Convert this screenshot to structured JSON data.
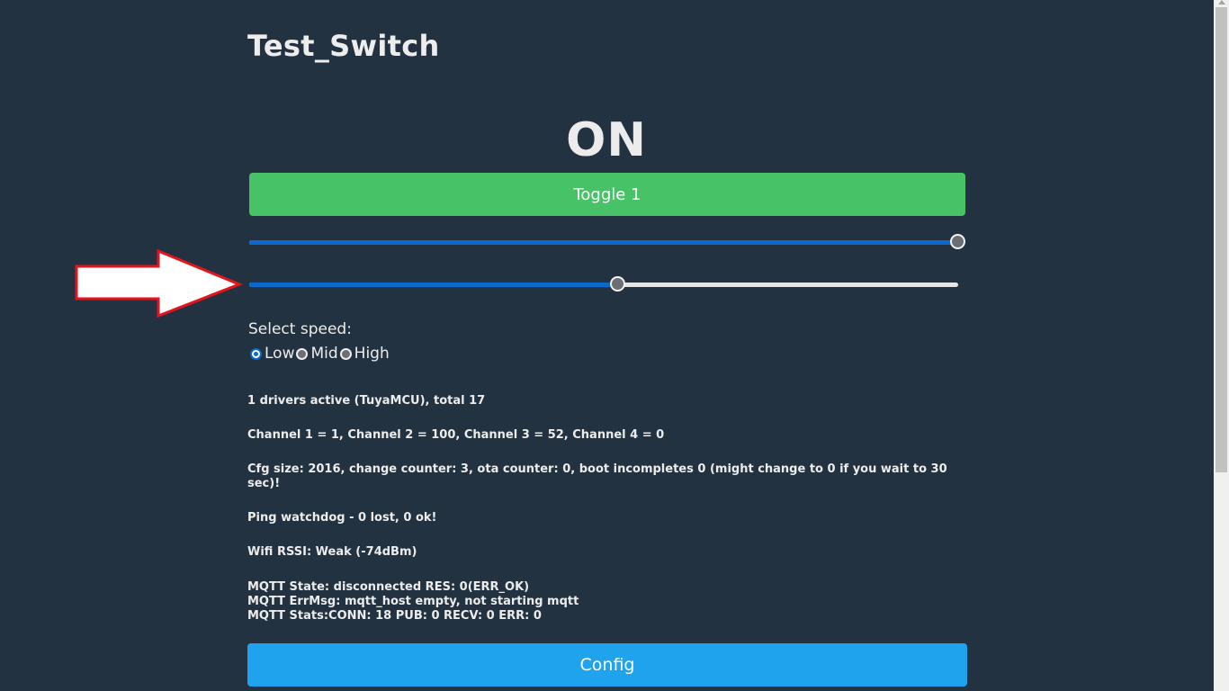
{
  "page": {
    "title": "Test_Switch",
    "state": "ON"
  },
  "controls": {
    "toggle_label": "Toggle 1",
    "slider1_value_fraction": 1.0,
    "slider2_value_fraction": 0.52,
    "speed_label": "Select speed:",
    "speed_options": [
      {
        "label": "Low",
        "checked": true
      },
      {
        "label": "Mid",
        "checked": false
      },
      {
        "label": "High",
        "checked": false
      }
    ]
  },
  "info": {
    "drivers": "1 drivers active (TuyaMCU), total 17",
    "channels": "Channel 1 = 1, Channel 2 = 100, Channel 3 = 52, Channel 4 = 0",
    "cfg": "Cfg size: 2016, change counter: 3, ota counter: 0, boot incompletes 0 (might change to 0 if you wait to 30 sec)!",
    "ping": "Ping watchdog - 0 lost, 0 ok!",
    "wifi": "Wifi RSSI: Weak (-74dBm)",
    "mqtt_state": "MQTT State: disconnected RES: 0(ERR_OK)",
    "mqtt_errmsg": "MQTT ErrMsg: mqtt_host empty, not starting mqtt",
    "mqtt_stats": "MQTT Stats:CONN: 18 PUB: 0 RECV: 0 ERR: 0"
  },
  "footer": {
    "config_label": "Config"
  },
  "colors": {
    "background": "#233240",
    "toggle_green": "#47c266",
    "config_blue": "#1fa3ec",
    "slider_blue": "#0a69cf",
    "arrow_red": "#e3141c"
  }
}
